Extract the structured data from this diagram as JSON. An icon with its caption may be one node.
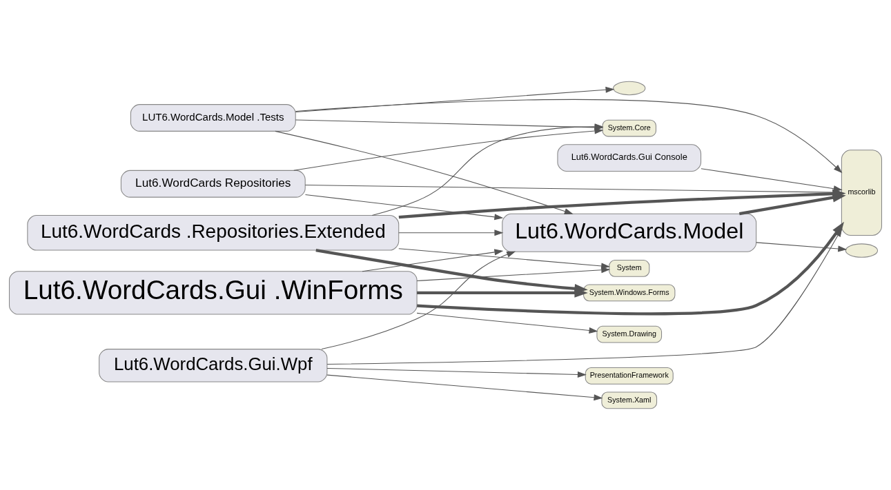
{
  "diagram": {
    "nodes": [
      {
        "text": [
          "LUT6.WordCards.Model .Tests"
        ]
      },
      {
        "text": [
          "Lut6.WordCards Repositories"
        ]
      },
      {
        "text": [
          "Lut6.WordCards.Gui .WinForms"
        ]
      },
      {
        "text": [
          "Lut6.WordCards.Model"
        ]
      },
      {
        "text": [
          "Lut6.WordCards .Repositories.Extended"
        ]
      },
      {
        "text": [
          "Lut6.WordCards.Gui.Wpf"
        ]
      },
      {
        "text": [],
        "shape": "ellipse"
      },
      {
        "text": [
          "System.Core"
        ]
      },
      {
        "text": [],
        "shape": "ellipse"
      },
      {
        "text": [
          "System.Drawing"
        ]
      },
      {
        "text": [
          "mscorlib"
        ]
      },
      {
        "text": [
          "System.Windows.Forms"
        ]
      },
      {
        "text": [
          "System"
        ]
      },
      {
        "text": [
          "System.Xaml"
        ]
      },
      {
        "text": [
          "PresentationFramework"
        ]
      },
      {
        "text": [
          "Lut6.WordCards.Gui Console"
        ]
      }
    ],
    "edges": [
      {
        "from": 0,
        "to": 6,
        "arrow": "to"
      },
      {
        "from": 0,
        "to": 7,
        "arrow": "to"
      },
      {
        "from": 0,
        "to": 10,
        "arrow": "to"
      },
      {
        "from": 0,
        "to": 3,
        "arrow": "to"
      },
      {
        "from": 1,
        "to": 7,
        "arrow": "to"
      },
      {
        "from": 1,
        "to": 3,
        "arrow": "to"
      },
      {
        "from": 1,
        "to": 10,
        "arrow": "to"
      },
      {
        "from": 2,
        "to": 3,
        "arrow": "to"
      },
      {
        "from": 2,
        "to": 9,
        "arrow": "to"
      },
      {
        "from": 2,
        "to": 10,
        "arrow": "to",
        "style": "thick"
      },
      {
        "from": 2,
        "to": 11,
        "arrow": "to",
        "style": "thick"
      },
      {
        "from": 2,
        "to": 12,
        "arrow": "to"
      },
      {
        "from": 3,
        "to": 8,
        "arrow": "to"
      },
      {
        "from": 3,
        "to": 10,
        "arrow": "to",
        "style": "thick"
      },
      {
        "from": 4,
        "to": 3,
        "arrow": "to"
      },
      {
        "from": 4,
        "to": 11,
        "arrow": "to",
        "style": "thick"
      },
      {
        "from": 4,
        "to": 10,
        "arrow": "to",
        "style": "thick"
      },
      {
        "from": 4,
        "to": 12,
        "arrow": "to"
      },
      {
        "from": 4,
        "to": 7,
        "arrow": "to"
      },
      {
        "from": 5,
        "to": 3,
        "arrow": "to"
      },
      {
        "from": 5,
        "to": 13,
        "arrow": "to"
      },
      {
        "from": 5,
        "to": 14,
        "arrow": "to"
      },
      {
        "from": 5,
        "to": 10,
        "arrow": "to"
      },
      {
        "from": 15,
        "to": 10,
        "arrow": "to"
      }
    ]
  }
}
